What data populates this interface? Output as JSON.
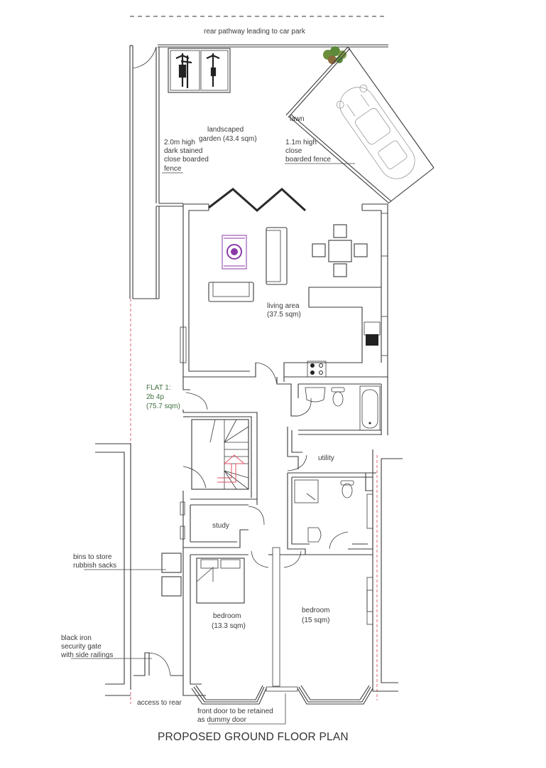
{
  "title": "PROPOSED GROUND FLOOR PLAN",
  "labels": {
    "rear_pathway": "rear pathway leading to car park",
    "garden_line1": "landscaped",
    "garden_line2": "garden (43.4 sqm)",
    "lawn": "lawn",
    "fence_left_1": "2.0m high",
    "fence_left_2": "dark stained",
    "fence_left_3": "close boarded",
    "fence_left_4": "fence",
    "fence_right_1": "1.1m high",
    "fence_right_2": "close",
    "fence_right_3": "boarded fence",
    "living_1": "living area",
    "living_2": "(37.5 sqm)",
    "flat_1": "FLAT 1:",
    "flat_2": "2b 4p",
    "flat_3": "(75.7 sqm)",
    "utility": "utility",
    "study": "study",
    "bins_1": "bins to store",
    "bins_2": "rubbish sacks",
    "bedroom1_1": "bedroom",
    "bedroom1_2": "(13.3 sqm)",
    "bedroom2_1": "bedroom",
    "bedroom2_2": "(15 sqm)",
    "gate_1": "black iron",
    "gate_2": "security gate",
    "gate_3": "with side railings",
    "access_rear": "access to rear",
    "front_door_1": "front door to be retained",
    "front_door_2": "as dummy door"
  },
  "colors": {
    "wall": "#3a3a3a",
    "boundary_red": "#e06070",
    "rug_purple": "#8a3aa8",
    "flat_label_green": "#3f6f3f",
    "tree_green": "#5a8a3a"
  },
  "icons": [
    "bicycle-icon",
    "car-icon",
    "tree-icon",
    "rug-icon",
    "sofa-icon",
    "dining-table-icon",
    "sink-icon",
    "hob-icon",
    "toilet-icon",
    "bath-icon",
    "shower-icon",
    "bed-icon",
    "staircase-icon",
    "bin-icon",
    "bifold-door-icon"
  ]
}
